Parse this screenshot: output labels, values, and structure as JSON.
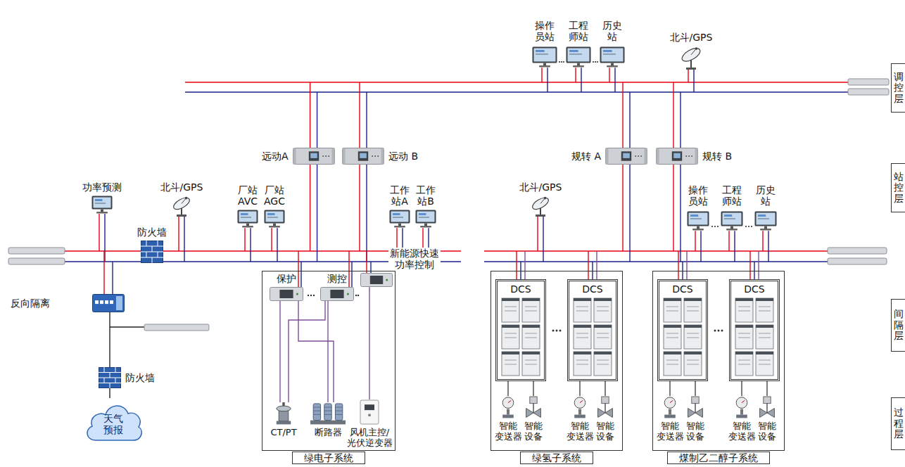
{
  "diagram": {
    "nodes": [
      {
        "text": [
          "操作 员站"
        ]
      },
      {
        "text": [
          "工程 师站"
        ]
      },
      {
        "text": [
          "历史 站"
        ]
      },
      {
        "text": [
          "北斗/GPS"
        ]
      },
      {
        "text": [
          "调控层"
        ]
      },
      {
        "text": [
          "远动A"
        ]
      },
      {
        "text": [
          "远动 B"
        ]
      },
      {
        "text": [
          "规转 A"
        ]
      },
      {
        "text": [
          "规转 B"
        ]
      },
      {
        "text": [
          "站控层"
        ]
      },
      {
        "text": [
          "功率预测"
        ]
      },
      {
        "text": [
          "北斗/GPS"
        ]
      },
      {
        "text": [
          "厂站 AVC"
        ]
      },
      {
        "text": [
          "厂站 AGC"
        ]
      },
      {
        "text": [
          "工作 站A"
        ]
      },
      {
        "text": [
          "工作 站B"
        ]
      },
      {
        "text": [
          "北斗/GPS"
        ]
      },
      {
        "text": [
          "操作 员站"
        ]
      },
      {
        "text": [
          "工程 师站"
        ]
      },
      {
        "text": [
          "历史 站"
        ]
      },
      {
        "text": [
          "防火墙"
        ]
      },
      {
        "text": [
          "反向隔离"
        ]
      },
      {
        "text": [
          "绿电子系统"
        ]
      },
      {
        "text": [
          "保护"
        ],
        "in": 22
      },
      {
        "text": [
          "测控"
        ],
        "in": 22
      },
      {
        "text": [
          "新能源快速 功率控制"
        ]
      },
      {
        "text": [
          "间隔层"
        ]
      },
      {
        "text": [
          "CT/PT"
        ],
        "in": 22
      },
      {
        "text": [
          "断路器"
        ],
        "in": 22
      },
      {
        "text": [
          "风机主控/ 光伏逆变器"
        ],
        "in": 22
      },
      {
        "text": [
          "绿氢子系统"
        ]
      },
      {
        "text": [
          "DCS"
        ],
        "in": 30
      },
      {
        "text": [
          "DCS"
        ],
        "in": 30
      },
      {
        "text": [
          "智能 变送器"
        ],
        "in": 30
      },
      {
        "text": [
          "智能 设备"
        ],
        "in": 30
      },
      {
        "text": [
          "智能 变送器"
        ],
        "in": 30
      },
      {
        "text": [
          "智能 设备"
        ],
        "in": 30
      },
      {
        "text": [
          "煤制乙二醇子系统"
        ]
      },
      {
        "text": [
          "DCS"
        ],
        "in": 37
      },
      {
        "text": [
          "DCS"
        ],
        "in": 37
      },
      {
        "text": [
          "智能 变送器"
        ],
        "in": 37
      },
      {
        "text": [
          "智能 设备"
        ],
        "in": 37
      },
      {
        "text": [
          "智能 变送器"
        ],
        "in": 37
      },
      {
        "text": [
          "智能 设备"
        ],
        "in": 37
      },
      {
        "text": [
          "防火墙"
        ]
      },
      {
        "text": [
          "天气 预报"
        ]
      },
      {
        "text": [
          "过程层"
        ]
      }
    ],
    "edges": [
      {
        "from": 23,
        "to": 27,
        "arrow": "none"
      },
      {
        "from": 23,
        "to": 28,
        "arrow": "none"
      },
      {
        "from": 24,
        "to": 27,
        "arrow": "none"
      },
      {
        "from": 24,
        "to": 28,
        "arrow": "none"
      },
      {
        "from": 25,
        "to": 29,
        "arrow": "none"
      },
      {
        "from": 31,
        "to": 33,
        "arrow": "none"
      },
      {
        "from": 31,
        "to": 34,
        "arrow": "none"
      },
      {
        "from": 32,
        "to": 35,
        "arrow": "none"
      },
      {
        "from": 32,
        "to": 36,
        "arrow": "none"
      },
      {
        "from": 38,
        "to": 40,
        "arrow": "none"
      },
      {
        "from": 38,
        "to": 41,
        "arrow": "none"
      },
      {
        "from": 39,
        "to": 42,
        "arrow": "none"
      },
      {
        "from": 39,
        "to": 43,
        "arrow": "none"
      },
      {
        "from": 21,
        "to": 44,
        "arrow": "none"
      },
      {
        "from": 44,
        "to": 45,
        "arrow": "none"
      }
    ]
  }
}
